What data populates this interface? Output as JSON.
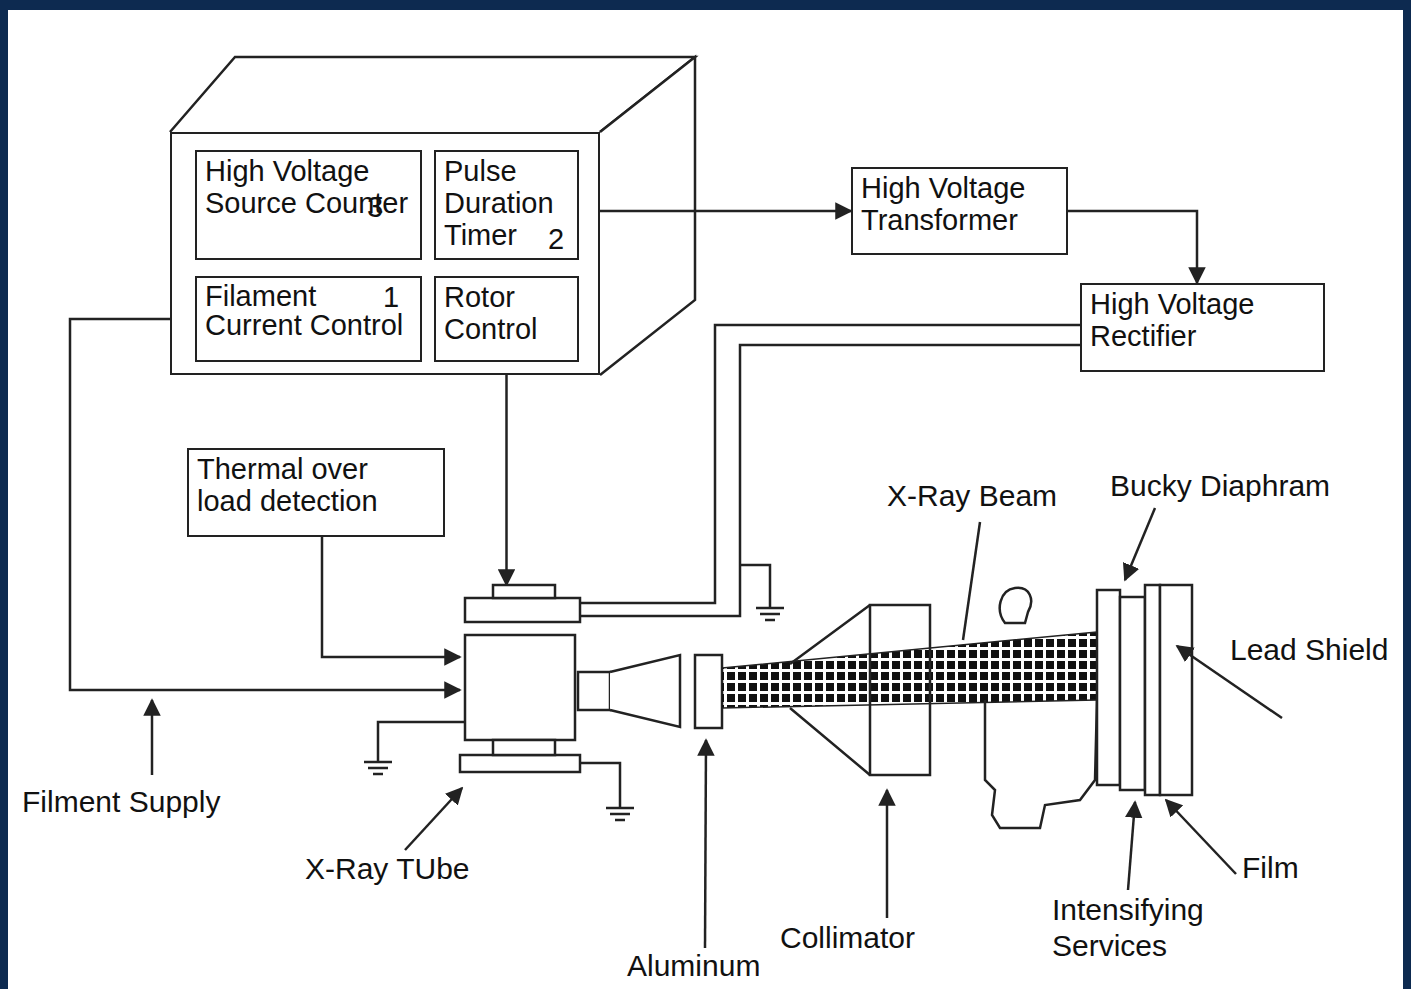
{
  "diagram": {
    "nodes": [
      {
        "text": []
      },
      {
        "text": [
          "High Voltage Source Counter",
          "3"
        ],
        "in": 0
      },
      {
        "text": [
          "Pulse Duration Timer",
          "2"
        ],
        "in": 0
      },
      {
        "text": [
          "Filament Current Control",
          "1"
        ],
        "in": 0
      },
      {
        "text": [
          "Rotor Control"
        ],
        "in": 0
      },
      {
        "text": [
          "High Voltage Transformer"
        ]
      },
      {
        "text": [
          "High Voltage Rectifier"
        ]
      },
      {
        "text": [
          "Thermal over load detection"
        ]
      },
      {
        "text": [
          "X-Ray TUbe"
        ]
      }
    ],
    "edges": [
      {
        "from": 2,
        "to": 5,
        "arrow": "to"
      },
      {
        "from": 5,
        "to": 6,
        "arrow": "to"
      },
      {
        "from": 6,
        "to": 8,
        "arrow": "none"
      },
      {
        "from": 4,
        "to": 8,
        "arrow": "to"
      },
      {
        "from": 7,
        "to": 8,
        "arrow": "to"
      },
      {
        "from": 3,
        "to": 8,
        "arrow": "to"
      }
    ],
    "labels": [
      "Filment Supply",
      "X-Ray Beam",
      "Bucky Diaphram",
      "Lead Shield",
      "Intensifying Services",
      "Film",
      "Collimator",
      "Aluminum"
    ]
  }
}
